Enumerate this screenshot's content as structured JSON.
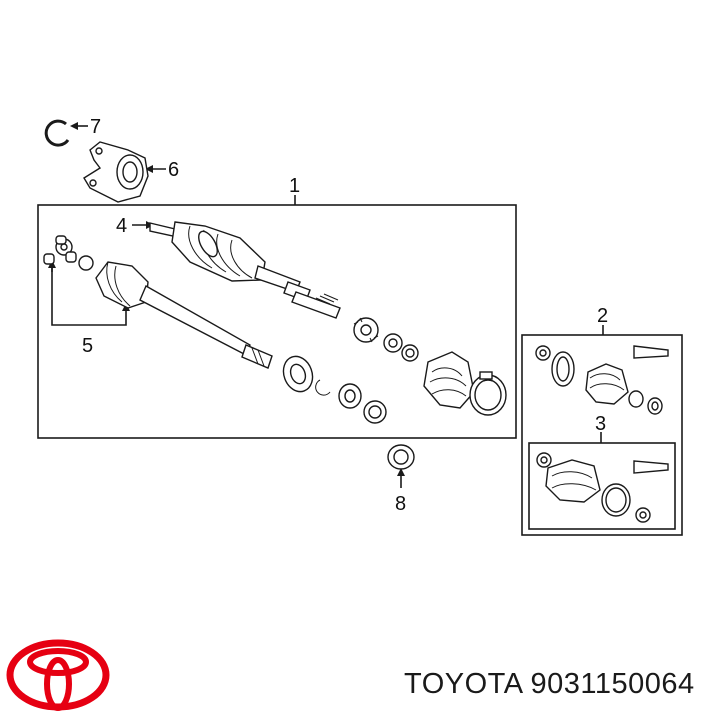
{
  "callouts": {
    "c1": "1",
    "c2": "2",
    "c3": "3",
    "c4": "4",
    "c5": "5",
    "c6": "6",
    "c7": "7",
    "c8": "8"
  },
  "footer": {
    "part_number": "TOYOTA 9031150064"
  },
  "colors": {
    "brand_red": "#e60012",
    "line": "#1a1a1a"
  }
}
